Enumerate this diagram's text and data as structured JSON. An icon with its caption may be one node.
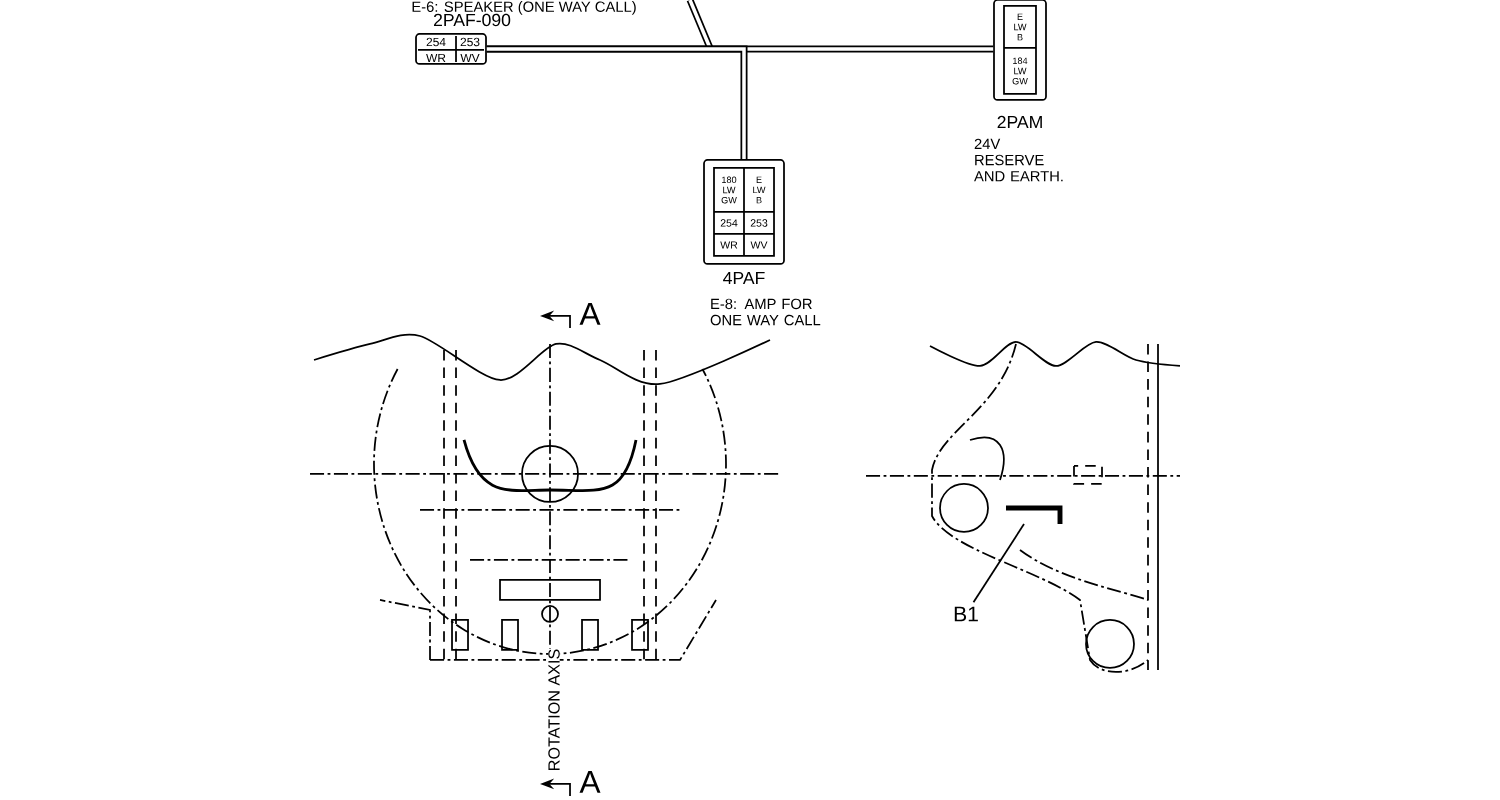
{
  "diagram": {
    "nodes": [
      {
        "text": [
          "2PAF-090",
          "254",
          "253",
          "WR",
          "WV"
        ],
        "beside": [
          "E-6: SPEAKER (ONE WAY CALL)"
        ]
      },
      {
        "text": [
          "180 LW GW",
          "E LW B",
          "254",
          "253",
          "WR",
          "WV",
          "4PAF"
        ],
        "beside": [
          "E-8: AMP FOR ONE WAY CALL"
        ]
      },
      {
        "text": [
          "E LW B",
          "184 LW GW",
          "2PAM"
        ],
        "beside": [
          "24V RESERVE AND EARTH."
        ]
      },
      {
        "text": [
          "B1"
        ]
      }
    ],
    "edges": [
      {
        "from": 0,
        "to": 2,
        "arrow": "none"
      },
      {
        "from": 0,
        "to": 1,
        "arrow": "none"
      },
      {
        "from": 3,
        "to": null,
        "arrow": "none"
      }
    ],
    "labels": [
      "A",
      "ROTATION AXIS",
      "A"
    ]
  }
}
